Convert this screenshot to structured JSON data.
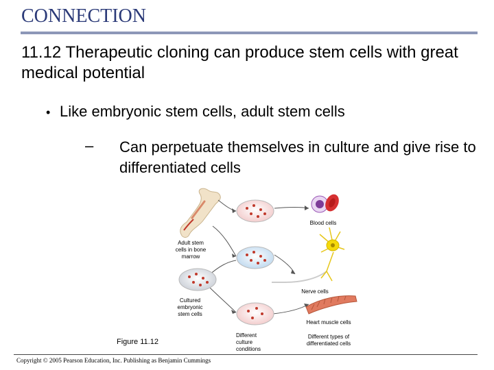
{
  "header": "CONNECTION",
  "title": "11.12 Therapeutic cloning can produce stem cells with great medical potential",
  "bullet": "Like embryonic stem cells, adult stem cells",
  "sub_dash": "–",
  "sub_bullet": "Can perpetuate themselves in culture and give rise to differentiated cells",
  "figure": {
    "labels": {
      "blood": "Blood cells",
      "adult": "Adult stem cells in bone marrow",
      "nerve": "Nerve cells",
      "cultured": "Cultured embryonic stem cells",
      "heart": "Heart muscle cells",
      "conditions": "Different culture conditions",
      "types": "Different types of differentiated cells"
    },
    "caption": "Figure 11.12"
  },
  "copyright": "Copyright © 2005 Pearson Education, Inc. Publishing as Benjamin Cummings",
  "colors": {
    "header": "#2b3a78",
    "rule": "#8d97b8"
  }
}
